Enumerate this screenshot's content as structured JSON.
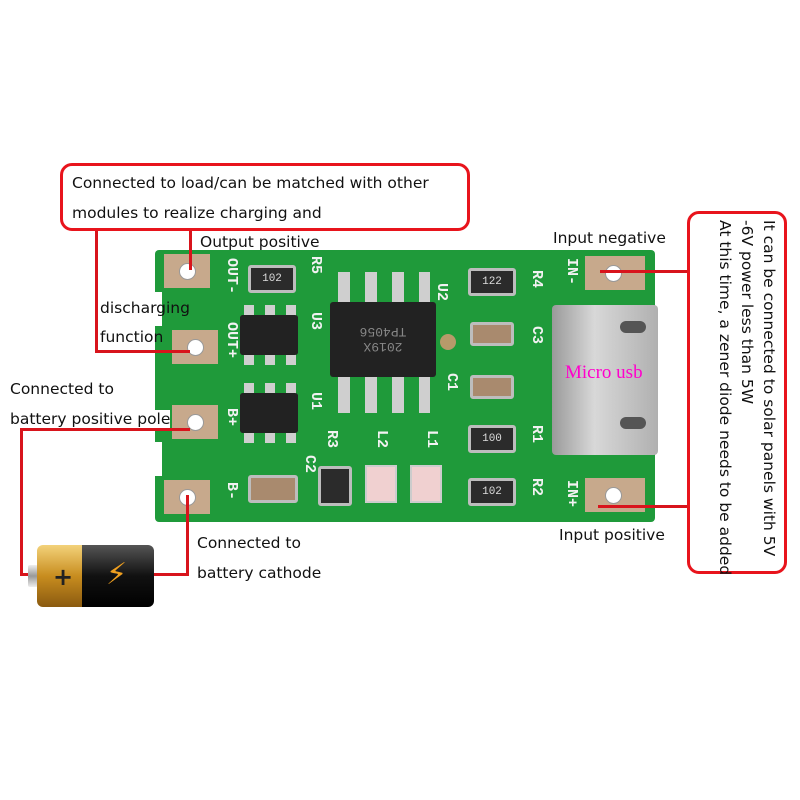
{
  "callouts": {
    "load_line1": "Connected to load/can be matched with other",
    "load_line2": "modules to realize charging and",
    "discharging": "discharging",
    "function": "function",
    "output_positive": "Output positive",
    "battery_pos_line1": "Connected to",
    "battery_pos_line2": "battery positive pole",
    "battery_cathode_line1": "Connected to",
    "battery_cathode_line2": "battery cathode",
    "input_negative": "Input negative",
    "input_positive": "Input positive",
    "solar_line1": "It can be connected to solar panels with 5V",
    "solar_line2": "-6V power less than 5W",
    "solar_line3": "At this time, a zener diode needs to be added",
    "micro_usb": "Micro usb"
  },
  "pcb_labels": {
    "out_minus": "OUT-",
    "out_plus": "OUT+",
    "b_plus": "B+",
    "b_minus": "B-",
    "in_minus": "IN-",
    "in_plus": "IN+",
    "r5": "R5",
    "u3": "U3",
    "u1": "U1",
    "u2": "U2",
    "r4": "R4",
    "c3": "C3",
    "c1": "C1",
    "r1": "R1",
    "r2": "R2",
    "r3": "R3",
    "l2": "L2",
    "l1": "L1",
    "c2": "C2",
    "res_102a": "102",
    "res_122": "122",
    "res_100": "100",
    "res_102b": "102",
    "chip_line1": "2019X",
    "chip_line2": "TP4056"
  },
  "colors": {
    "callout_red": "#e8141c",
    "pcb_green": "#1f9a3a",
    "usb_label": "#ff00cc"
  }
}
